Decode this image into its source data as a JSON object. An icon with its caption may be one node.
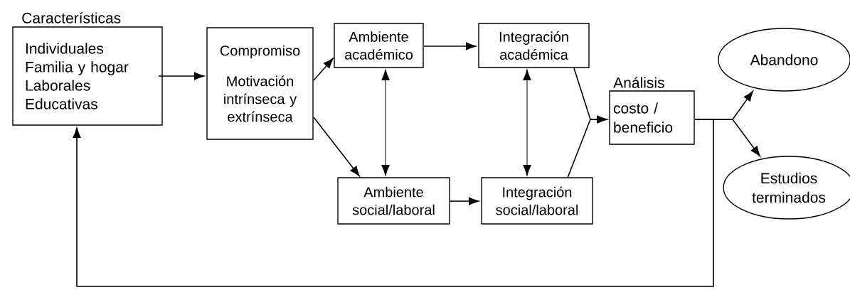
{
  "diagram": {
    "nodes": [
      {
        "text": [
          "Características",
          "Individuales",
          "Familia y hogar",
          "Laborales",
          "Educativas"
        ]
      },
      {
        "text": [
          "Compromiso",
          "Motivación intrínseca y extrínseca"
        ]
      },
      {
        "text": [
          "Ambiente académico"
        ]
      },
      {
        "text": [
          "Integración académica"
        ]
      },
      {
        "text": [
          "Ambiente social/laboral"
        ]
      },
      {
        "text": [
          "Integración social/laboral"
        ]
      },
      {
        "text": [
          "Análisis",
          "costo / beneficio"
        ]
      },
      {
        "text": [
          "Abandono"
        ]
      },
      {
        "text": [
          "Estudios terminados"
        ]
      }
    ],
    "edges": [
      {
        "from": 0,
        "to": 1,
        "arrow": "to"
      },
      {
        "from": 1,
        "to": 2,
        "arrow": "to"
      },
      {
        "from": 1,
        "to": 4,
        "arrow": "to"
      },
      {
        "from": 2,
        "to": 3,
        "arrow": "to"
      },
      {
        "from": 4,
        "to": 5,
        "arrow": "to"
      },
      {
        "from": 2,
        "to": 4,
        "arrow": "both"
      },
      {
        "from": 3,
        "to": 5,
        "arrow": "both"
      },
      {
        "from": 3,
        "to": 6,
        "arrow": "to"
      },
      {
        "from": 5,
        "to": 6,
        "arrow": "to"
      },
      {
        "from": 6,
        "to": 7,
        "arrow": "to"
      },
      {
        "from": 6,
        "to": 8,
        "arrow": "to"
      },
      {
        "from": 6,
        "to": 0,
        "arrow": "to"
      }
    ]
  }
}
